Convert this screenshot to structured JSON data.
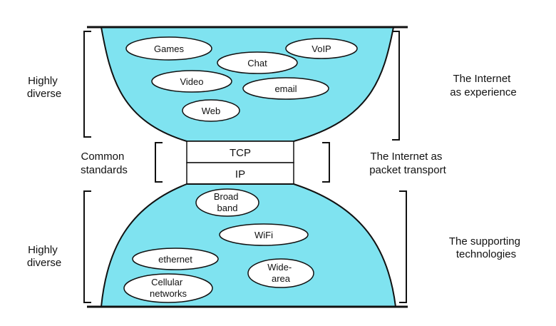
{
  "colors": {
    "fill": "#7fe3f0",
    "stroke": "#111111",
    "background": "#ffffff"
  },
  "left_labels": {
    "top": [
      "Highly",
      "diverse"
    ],
    "middle": [
      "Common",
      "standards"
    ],
    "bottom": [
      "Highly",
      "diverse"
    ]
  },
  "right_labels": {
    "top": [
      "The Internet",
      "as experience"
    ],
    "middle": [
      "The Internet as",
      "packet transport"
    ],
    "bottom": [
      "The supporting",
      "technologies"
    ]
  },
  "layers": {
    "tcp": "TCP",
    "ip": "IP"
  },
  "applications": [
    {
      "id": "games",
      "lines": [
        "Games"
      ]
    },
    {
      "id": "chat",
      "lines": [
        "Chat"
      ]
    },
    {
      "id": "voip",
      "lines": [
        "VoIP"
      ]
    },
    {
      "id": "video",
      "lines": [
        "Video"
      ]
    },
    {
      "id": "email",
      "lines": [
        "email"
      ]
    },
    {
      "id": "web",
      "lines": [
        "Web"
      ]
    }
  ],
  "technologies": [
    {
      "id": "broadband",
      "lines": [
        "Broad",
        "band"
      ]
    },
    {
      "id": "wifi",
      "lines": [
        "WiFi"
      ]
    },
    {
      "id": "ethernet",
      "lines": [
        "ethernet"
      ]
    },
    {
      "id": "wide-area",
      "lines": [
        "Wide-",
        "area"
      ]
    },
    {
      "id": "cellular",
      "lines": [
        "Cellular",
        "networks"
      ]
    }
  ]
}
